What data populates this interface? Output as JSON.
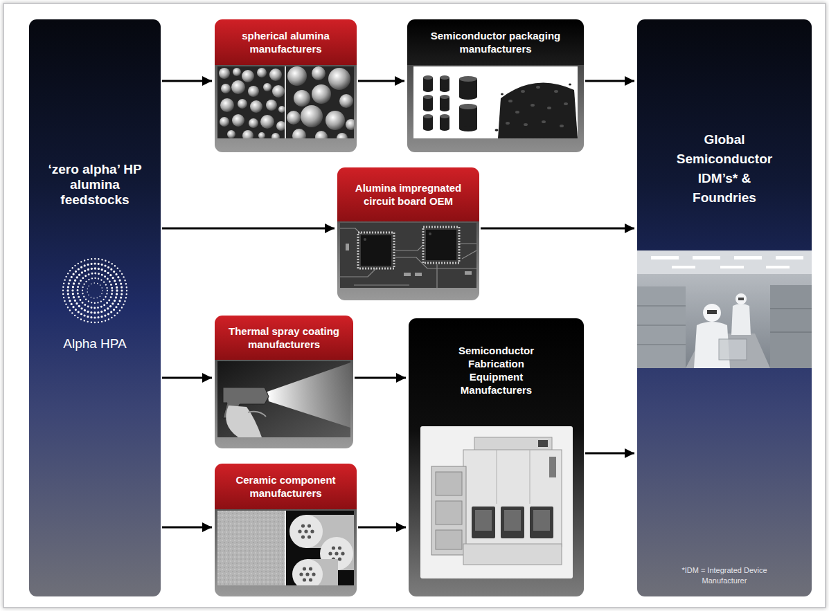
{
  "diagram": {
    "nodes": [
      {
        "text": [
          "‘zero alpha’ HP alumina feedstocks",
          "Alpha HPA"
        ]
      },
      {
        "text": [
          "spherical alumina manufacturers"
        ]
      },
      {
        "text": [
          "Semiconductor packaging manufacturers"
        ]
      },
      {
        "text": [
          "Alumina impregnated circuit board OEM"
        ]
      },
      {
        "text": [
          "Thermal spray coating manufacturers"
        ]
      },
      {
        "text": [
          "Ceramic component manufacturers"
        ]
      },
      {
        "text": [
          "Semiconductor Fabrication Equipment Manufacturers"
        ]
      },
      {
        "text": [
          "Global Semiconductor IDM’s* & Foundries",
          "*IDM = Integrated Device Manufacturer"
        ]
      }
    ],
    "edges": [
      {
        "from": 0,
        "to": 1,
        "arrow": "to"
      },
      {
        "from": 1,
        "to": 2,
        "arrow": "to"
      },
      {
        "from": 2,
        "to": 7,
        "arrow": "to"
      },
      {
        "from": 0,
        "to": 3,
        "arrow": "to"
      },
      {
        "from": 3,
        "to": 7,
        "arrow": "to"
      },
      {
        "from": 0,
        "to": 4,
        "arrow": "to"
      },
      {
        "from": 4,
        "to": 6,
        "arrow": "to"
      },
      {
        "from": 0,
        "to": 5,
        "arrow": "to"
      },
      {
        "from": 5,
        "to": 6,
        "arrow": "to"
      },
      {
        "from": 6,
        "to": 7,
        "arrow": "to"
      }
    ]
  }
}
